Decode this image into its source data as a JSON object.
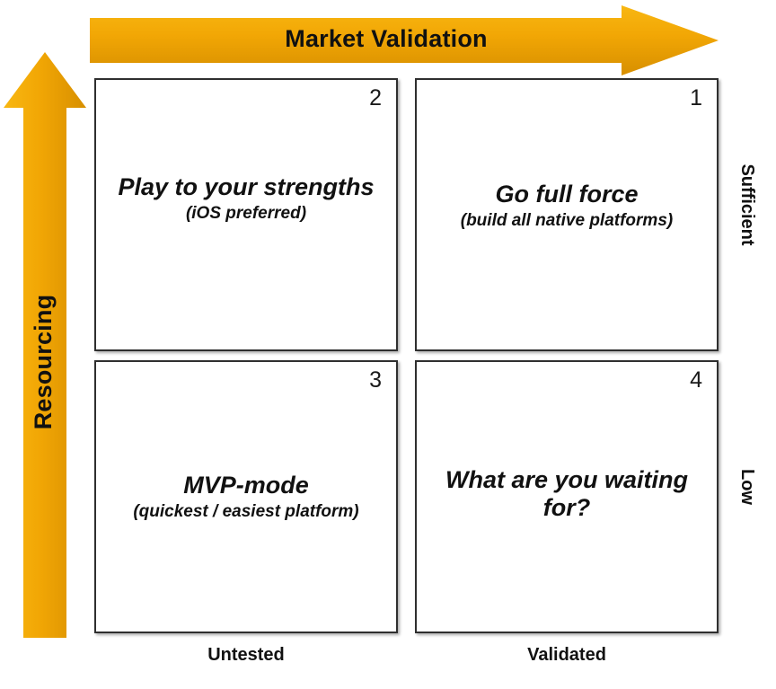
{
  "axes": {
    "x": {
      "title": "Market Validation",
      "arrow_icon": "right-arrow-icon",
      "ticks": [
        "Untested",
        "Validated"
      ]
    },
    "y": {
      "title": "Resourcing",
      "arrow_icon": "up-arrow-icon",
      "ticks": [
        "Sufficient",
        "Low"
      ]
    }
  },
  "colors": {
    "arrow_light": "#F5AF0E",
    "arrow_mid": "#F0A800",
    "arrow_dark": "#D99100",
    "box_border": "#2F2F2F",
    "text": "#111111",
    "background": "#FFFFFF"
  },
  "quadrants": [
    {
      "number": "2",
      "title": "Play to your strengths",
      "subtitle": "(iOS preferred)",
      "x": "Untested",
      "y": "Sufficient"
    },
    {
      "number": "1",
      "title": "Go full force",
      "subtitle": "(build all native platforms)",
      "x": "Validated",
      "y": "Sufficient"
    },
    {
      "number": "3",
      "title": "MVP-mode",
      "subtitle": "(quickest / easiest platform)",
      "x": "Untested",
      "y": "Low"
    },
    {
      "number": "4",
      "title": "What are you waiting for?",
      "subtitle": "",
      "x": "Validated",
      "y": "Low"
    }
  ]
}
